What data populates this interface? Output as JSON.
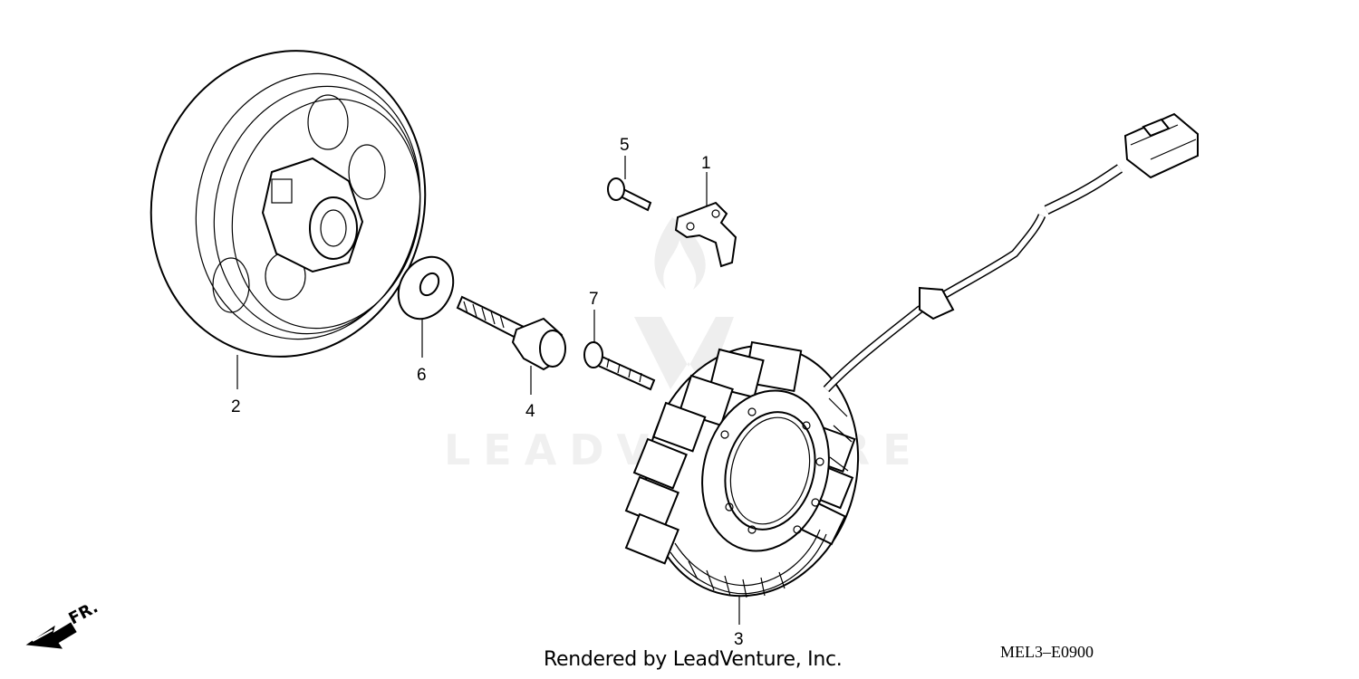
{
  "callouts": {
    "part_1": "1",
    "part_2": "2",
    "part_3": "3",
    "part_4": "4",
    "part_5": "5",
    "part_6": "6",
    "part_7": "7"
  },
  "footer": {
    "credit": "Rendered by LeadVenture, Inc.",
    "diagram_code": "MEL3–E0900"
  },
  "direction_marker": "FR.",
  "watermark": "LEADVENTURE"
}
